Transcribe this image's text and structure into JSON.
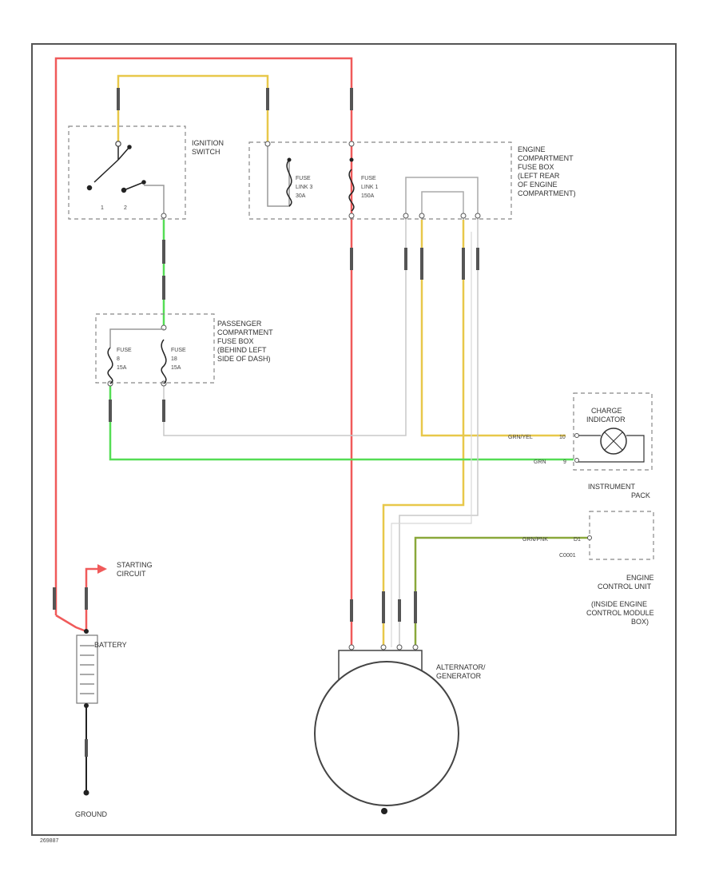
{
  "components": {
    "ignition_switch": {
      "line1": "IGNITION",
      "line2": "SWITCH"
    },
    "engine_fuse_box": {
      "line1": "ENGINE",
      "line2": "COMPARTMENT",
      "line3": "FUSE BOX",
      "line4": "(LEFT REAR",
      "line5": "OF ENGINE",
      "line6": "COMPARTMENT)"
    },
    "fuse_link_3": {
      "line1": "FUSE",
      "line2": "LINK 3",
      "line3": "30A"
    },
    "fuse_link_1": {
      "line1": "FUSE",
      "line2": "LINK 1",
      "line3": "150A"
    },
    "passenger_fuse_box": {
      "line1": "PASSENGER",
      "line2": "COMPARTMENT",
      "line3": "FUSE BOX",
      "line4": "(BEHIND LEFT",
      "line5": "SIDE OF DASH)"
    },
    "fuse_8": {
      "line1": "FUSE",
      "line2": "8",
      "line3": "15A"
    },
    "fuse_18": {
      "line1": "FUSE",
      "line2": "18",
      "line3": "15A"
    },
    "charge_indicator": {
      "line1": "CHARGE",
      "line2": "INDICATOR"
    },
    "instrument_pack": {
      "line1": "INSTRUMENT",
      "line2": "PACK"
    },
    "ecu": {
      "line1": "ENGINE",
      "line2": "CONTROL UNIT",
      "line3": "(INSIDE ENGINE",
      "line4": "CONTROL MODULE",
      "line5": "BOX)",
      "connector": "C0001"
    },
    "starting_circuit": {
      "line1": "STARTING",
      "line2": "CIRCUIT"
    },
    "battery": {
      "label": "BATTERY"
    },
    "alternator": {
      "line1": "ALTERNATOR/",
      "line2": "GENERATOR"
    },
    "ground": {
      "label": "GROUND"
    }
  },
  "wire_labels": {
    "charge_wire": "GRN/YEL",
    "charge_pin": "10",
    "grn_wire": "GRN",
    "grn_pin": "9",
    "ecu_wire": "GRN/PNK",
    "ecu_pin": "D1"
  },
  "footer": {
    "code": "269887"
  },
  "colors": {
    "red": "#f05a5a",
    "yellow": "#e8c84a",
    "green": "#55dd55",
    "olive": "#8aa83a",
    "gray": "#b8b8b8",
    "black": "#222222"
  }
}
